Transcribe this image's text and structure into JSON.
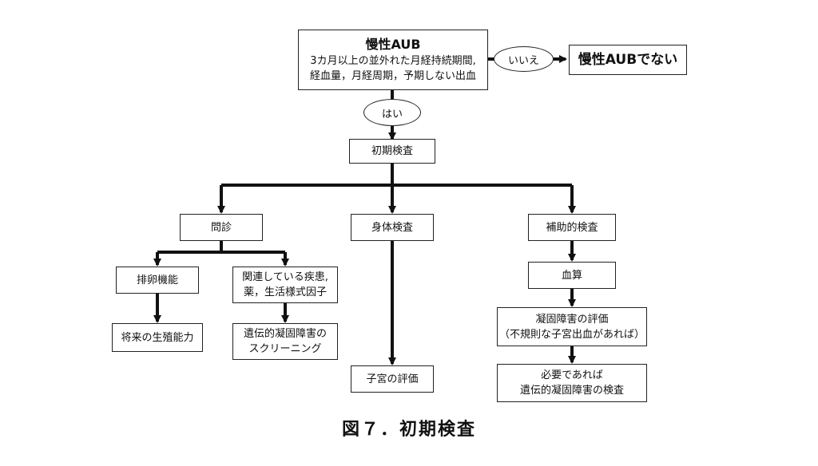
{
  "root": {
    "title": "慢性AUB",
    "line1": "3カ月以上の並外れた月経持続期間,",
    "line2": "経血量，月経周期，予期しない出血"
  },
  "no_label": "いいえ",
  "not_aub": "慢性AUBでない",
  "yes_label": "はい",
  "initial_exam": "初期検査",
  "interview": "問診",
  "physical_exam": "身体検査",
  "aux_exam": "補助的検査",
  "ovulation": "排卵機能",
  "future_fertility": "将来の生殖能力",
  "related_disease": {
    "line1": "関連している疾患,",
    "line2": "薬，生活様式因子"
  },
  "hereditary_screening": {
    "line1": "遺伝的凝固障害の",
    "line2": "スクリーニング"
  },
  "uterus_eval": "子宮の評価",
  "blood_count": "血算",
  "coag_eval": {
    "line1": "凝固障害の評価",
    "line2": "（不規則な子宮出血があれば）"
  },
  "if_needed": {
    "line1": "必要であれば",
    "line2": "遺伝的凝固障害の検査"
  },
  "caption": "図７．初期検査"
}
